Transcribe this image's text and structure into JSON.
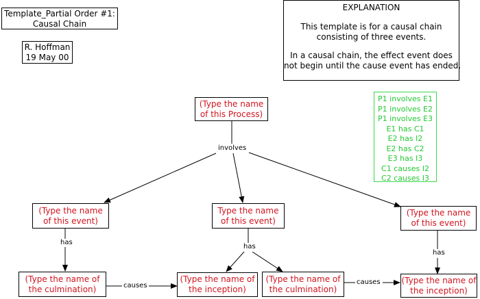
{
  "template_title": [
    "Template_Partial Order #1:",
    "Causal Chain"
  ],
  "author": [
    "R. Hoffman",
    "19 May 00"
  ],
  "explanation": {
    "heading": "EXPLANATION",
    "para1": [
      "This template is for a causal chain",
      "consisting of three events."
    ],
    "para2": [
      "In a causal chain, the effect event does",
      "not begin until the cause event has ended."
    ]
  },
  "process_node": [
    "(Type the name",
    "of this Process)"
  ],
  "event_left": [
    "(Type the name",
    "of this event)"
  ],
  "event_mid": [
    "Type the name",
    "of this event)"
  ],
  "event_right": [
    "(Type the name",
    "of this event)"
  ],
  "culmination_left": [
    "(Type the name of",
    "the culmination)"
  ],
  "inception_mid": [
    "(Type the name of",
    "the inception)"
  ],
  "culmination_mid": [
    "(Type the name of",
    "the culmination)"
  ],
  "inception_right": [
    "(Type the name of",
    "the inception)"
  ],
  "relations": [
    "P1 involves E1",
    "P1 involves E2",
    "P1 involves E3",
    "E1 has C1",
    "E2 has I2",
    "E2 has C2",
    "E3 has I3",
    "C1 causes I2",
    "C2 causes I3"
  ],
  "edge_labels": {
    "involves": "involves",
    "has_left": "has",
    "has_mid": "has",
    "has_right": "has",
    "causes_left": "causes",
    "causes_right": "causes"
  },
  "colors": {
    "node_text": "#d2141e",
    "relations": "#22c832",
    "border": "#000000"
  }
}
